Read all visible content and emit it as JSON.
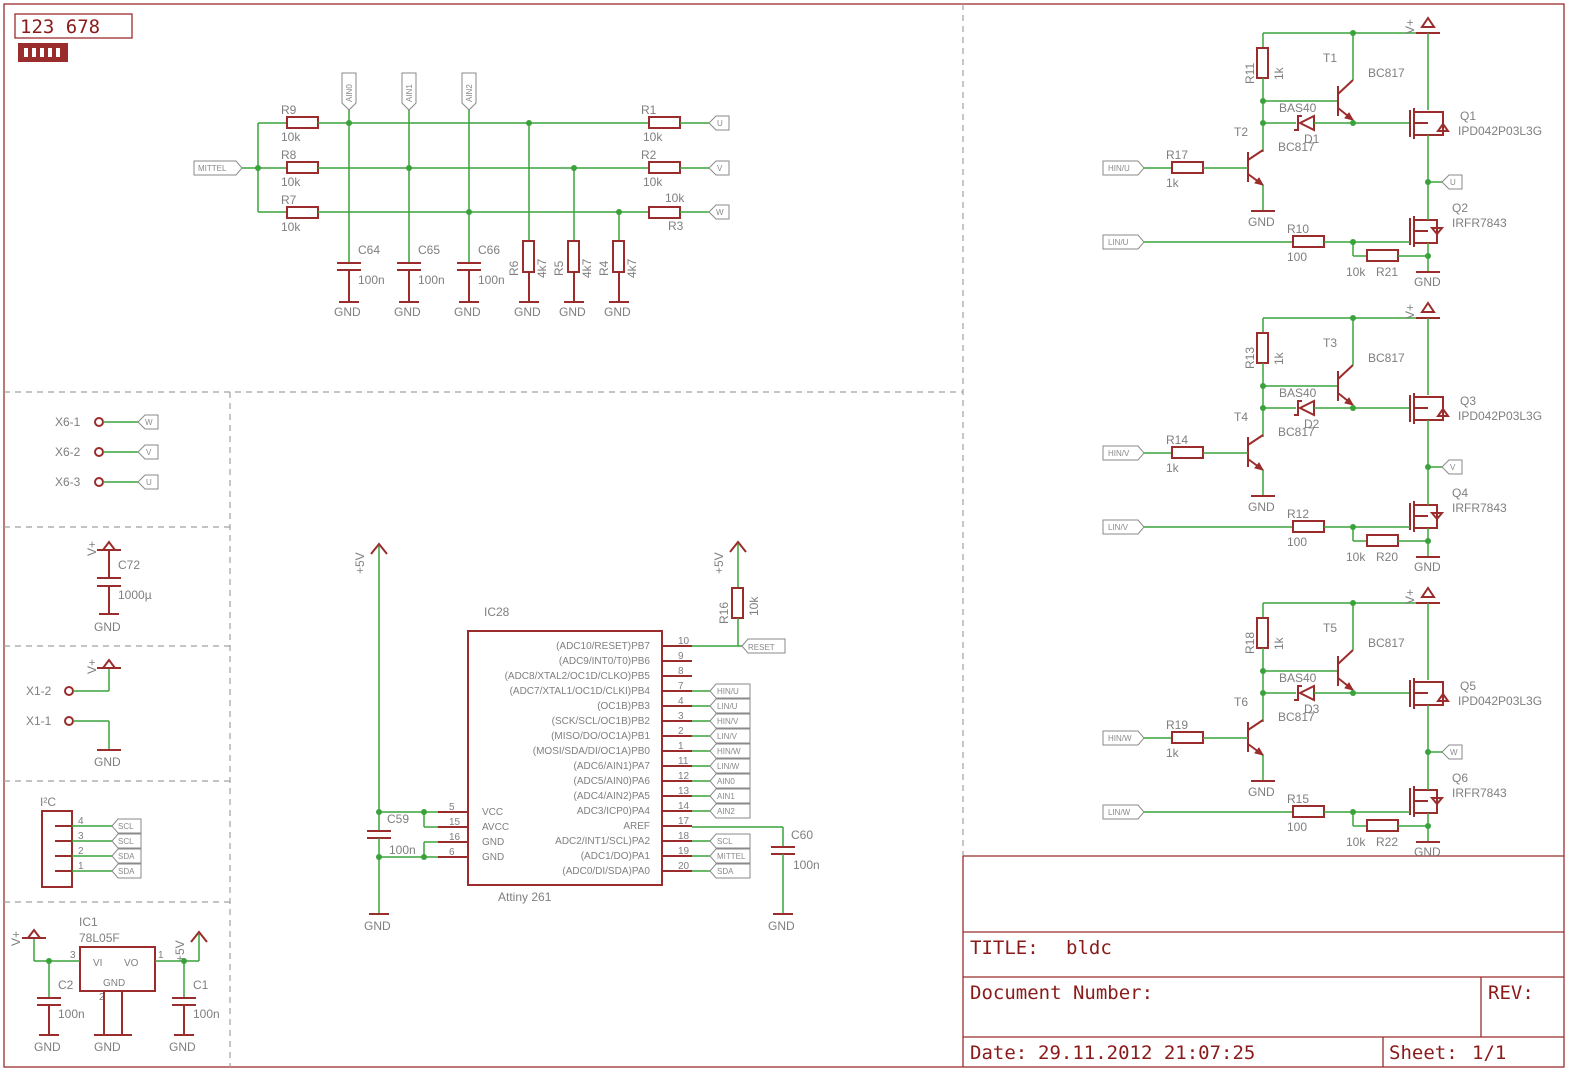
{
  "sheet": {
    "badge_top": "123  678",
    "title_label": "TITLE:",
    "title_value": "bldc",
    "document_number_label": "Document Number:",
    "rev_label": "REV:",
    "date_label": "Date:",
    "date_value": "29.11.2012  21:07:25",
    "sheet_label": "Sheet:",
    "sheet_value": "1/1"
  },
  "nets": {
    "mittel": "MITTEL",
    "u": "U",
    "v": "V",
    "w": "W",
    "ain0": "AIN0",
    "ain1": "AIN1",
    "ain2": "AIN2",
    "gnd": "GND",
    "vplus": "V+",
    "plus5v": "+5V",
    "reset": "RESET",
    "hin_u": "HIN/U",
    "lin_u": "LIN/U",
    "hin_v": "HIN/V",
    "lin_v": "LIN/V",
    "hin_w": "HIN/W",
    "lin_w": "LIN/W",
    "scl": "SCL",
    "sda": "SDA"
  },
  "filter": {
    "r9": "R9",
    "r8": "R8",
    "r7": "R7",
    "r1": "R1",
    "r2": "R2",
    "r3": "R3",
    "r4": "R4",
    "r5": "R5",
    "r6": "R6",
    "c64": "C64",
    "c65": "C65",
    "c66": "C66",
    "v10k": "10k",
    "v100n": "100n",
    "v4k7": "4k7"
  },
  "connectors": {
    "x6_1": "X6-1",
    "x6_2": "X6-2",
    "x6_3": "X6-3",
    "c72": "C72",
    "c72_val": "1000µ",
    "x1_2": "X1-2",
    "x1_1": "X1-1",
    "i2c": "I²C",
    "i2c_pins": [
      "4",
      "3",
      "2",
      "1"
    ]
  },
  "regulator": {
    "ic1": "IC1",
    "part": "78L05F",
    "vi": "VI",
    "vo": "VO",
    "gnd": "GND",
    "pin1": "1",
    "pin2": "2",
    "pin3": "3",
    "c2": "C2",
    "c1": "C1",
    "val": "100n"
  },
  "mcu": {
    "ref": "IC28",
    "part": "Attiny 261",
    "r16": "R16",
    "r16_val": "10k",
    "c59": "C59",
    "c60": "C60",
    "cval": "100n",
    "right_pins": [
      {
        "name": "(ADC10/RESET)PB7",
        "num": "10"
      },
      {
        "name": "(ADC9/INT0/T0)PB6",
        "num": "9"
      },
      {
        "name": "(ADC8/XTAL2/OC1D/CLKO)PB5",
        "num": "8"
      },
      {
        "name": "(ADC7/XTAL1/OC1D/CLKI)PB4",
        "num": "7"
      },
      {
        "name": "(OC1B)PB3",
        "num": "4"
      },
      {
        "name": "(SCK/SCL/OC1B)PB2",
        "num": "3"
      },
      {
        "name": "(MISO/DO/OC1A)PB1",
        "num": "2"
      },
      {
        "name": "(MOSI/SDA/DI/OC1A)PB0",
        "num": "1"
      },
      {
        "name": "(ADC6/AIN1)PA7",
        "num": "11"
      },
      {
        "name": "(ADC5/AIN0)PA6",
        "num": "12"
      },
      {
        "name": "(ADC4/AIN2)PA5",
        "num": "13"
      },
      {
        "name": "ADC3/ICP0)PA4",
        "num": "14"
      },
      {
        "name": "AREF",
        "num": "17"
      },
      {
        "name": "ADC2/INT1/SCL)PA2",
        "num": "18"
      },
      {
        "name": "(ADC1/DO)PA1",
        "num": "19"
      },
      {
        "name": "(ADC0/DI/SDA)PA0",
        "num": "20"
      }
    ],
    "left_pins": [
      {
        "name": "VCC",
        "num": "5"
      },
      {
        "name": "AVCC",
        "num": "15"
      },
      {
        "name": "GND",
        "num": "16"
      },
      {
        "name": "GND",
        "num": "6"
      }
    ]
  },
  "bridge": {
    "phases": [
      {
        "rh": "R11",
        "th": "T1",
        "tl": "T2",
        "d": "D1",
        "rg": "R17",
        "rl": "R10",
        "rd": "R21",
        "qh": "Q1",
        "ql": "Q2",
        "out": "U",
        "hin": "HIN/U",
        "lin": "LIN/U"
      },
      {
        "rh": "R13",
        "th": "T3",
        "tl": "T4",
        "d": "D2",
        "rg": "R14",
        "rl": "R12",
        "rd": "R20",
        "qh": "Q3",
        "ql": "Q4",
        "out": "V",
        "hin": "HIN/V",
        "lin": "LIN/V"
      },
      {
        "rh": "R18",
        "th": "T5",
        "tl": "T6",
        "d": "D3",
        "rg": "R19",
        "rl": "R15",
        "rd": "R22",
        "qh": "Q5",
        "ql": "Q6",
        "out": "W",
        "hin": "HIN/W",
        "lin": "LIN/W"
      }
    ],
    "bc817": "BC817",
    "bas40": "BAS40",
    "pfet": "IPD042P03L3G",
    "nfet": "IRFR7843",
    "v1k": "1k",
    "v100": "100",
    "v10k": "10k"
  }
}
